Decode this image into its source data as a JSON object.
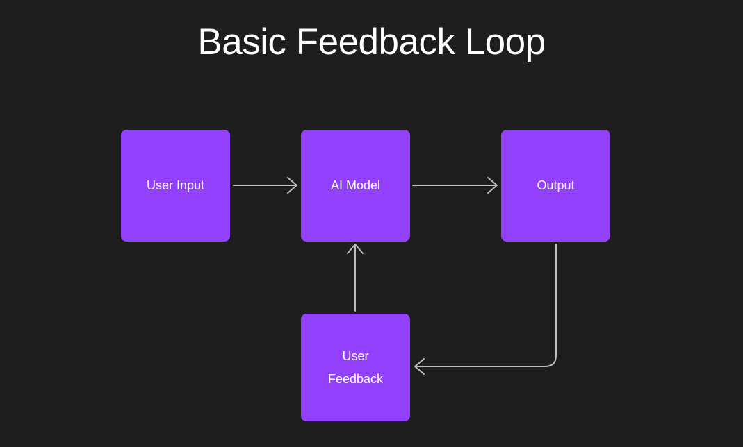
{
  "diagram": {
    "title": "Basic Feedback Loop",
    "background_color": "#1e1e1e",
    "node_color": "#9240fb",
    "node_text_color": "#ffffff",
    "edge_color": "#bdbdbd",
    "nodes": [
      {
        "id": "user-input",
        "label": "User Input"
      },
      {
        "id": "ai-model",
        "label": "AI Model"
      },
      {
        "id": "output",
        "label": "Output"
      },
      {
        "id": "user-feedback",
        "label": "User\nFeedback"
      }
    ],
    "edges": [
      {
        "id": "user-input-to-ai-model",
        "from": "user-input",
        "to": "ai-model",
        "label": "",
        "style": "straight-horizontal",
        "direction": "right"
      },
      {
        "id": "ai-model-to-output",
        "from": "ai-model",
        "to": "output",
        "label": "",
        "style": "straight-horizontal",
        "direction": "right"
      },
      {
        "id": "output-to-user-feedback",
        "from": "output",
        "to": "user-feedback",
        "label": "",
        "style": "elbow-down-left",
        "direction": "left"
      },
      {
        "id": "user-feedback-to-ai-model",
        "from": "user-feedback",
        "to": "ai-model",
        "label": "",
        "style": "straight-vertical",
        "direction": "up"
      }
    ]
  }
}
